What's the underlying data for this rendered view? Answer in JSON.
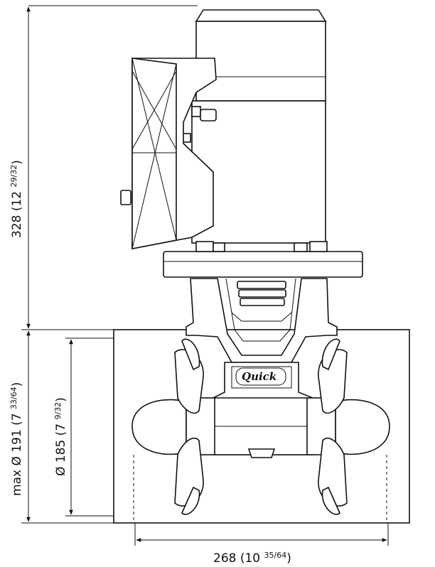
{
  "dimensions": {
    "height": {
      "main": "328 (12 ",
      "sup": "29/32",
      "close": ")"
    },
    "max_diameter": {
      "main": "max Ø 191 (7 ",
      "sup": "33/64",
      "close": ")"
    },
    "diameter": {
      "main": "Ø 185 (7 ",
      "sup": "9/32",
      "close": ")"
    },
    "width": {
      "main": "268 (10 ",
      "sup": "35/64",
      "close": ")"
    }
  },
  "brand": {
    "logo_text": "Quick"
  }
}
